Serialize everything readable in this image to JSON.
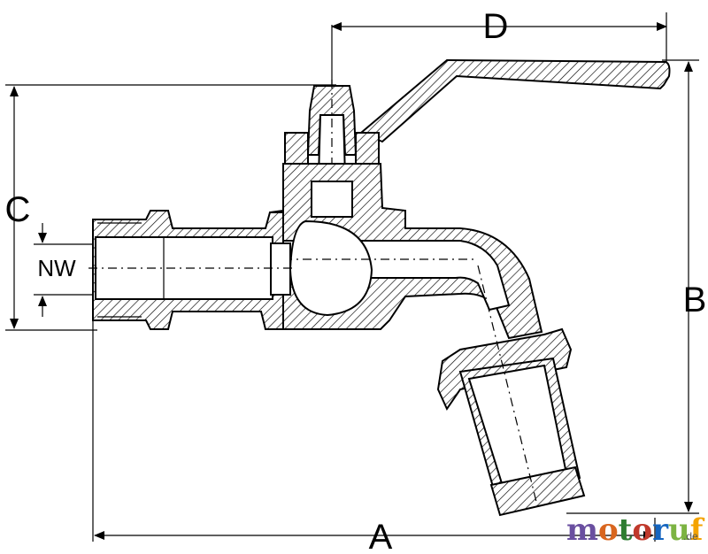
{
  "labels": {
    "a": "A",
    "b": "B",
    "c": "C",
    "d": "D",
    "nw": "NW"
  },
  "watermark": {
    "letters": [
      "m",
      "o",
      "t",
      "o",
      "r",
      "u",
      "f"
    ],
    "letter_colors": [
      "#6a4fa0",
      "#d9661f",
      "#2e7d32",
      "#c0392b",
      "#1565c0",
      "#7cb342",
      "#f4a300"
    ],
    "suffix": ".de"
  },
  "colors": {
    "line": "#000000",
    "background": "#ffffff"
  }
}
